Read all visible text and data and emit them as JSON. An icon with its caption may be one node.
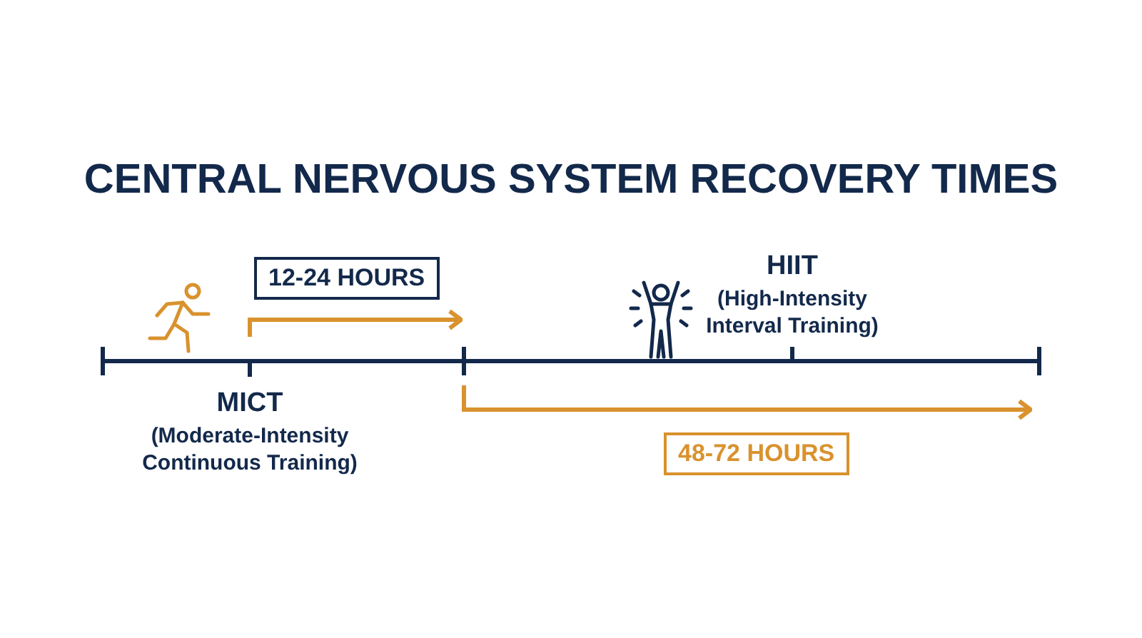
{
  "diagram": {
    "title": "CENTRAL NERVOUS SYSTEM RECOVERY TIMES",
    "nodes": [
      {
        "text": [
          "12-24 HOURS"
        ]
      },
      {
        "text": [
          "48-72 HOURS"
        ]
      }
    ],
    "labels": [
      "HIIT",
      "(High-Intensity Interval Training)",
      "MICT",
      "(Moderate-Intensity Continuous Training)"
    ]
  }
}
